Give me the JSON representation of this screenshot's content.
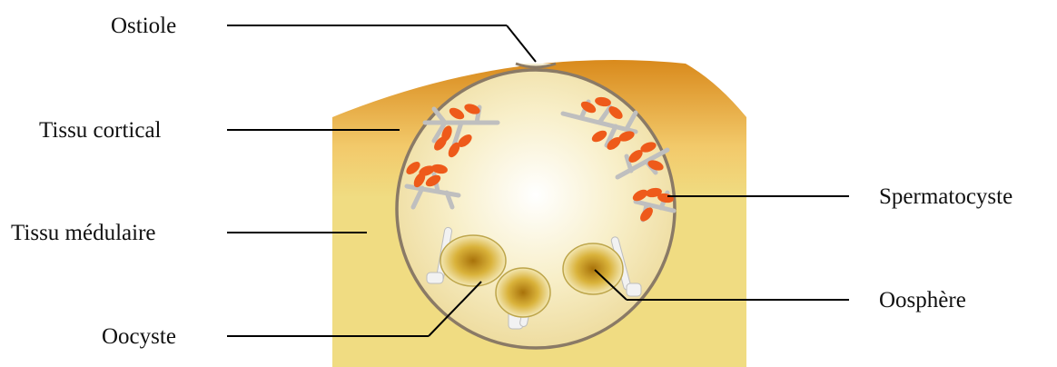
{
  "labels": {
    "ostiole": "Ostiole",
    "tissu_cortical": "Tissu cortical",
    "tissu_medulaire": "Tissu médulaire",
    "oocyste": "Oocyste",
    "spermatocyste": "Spermatocyste",
    "oosphere": "Oosphère"
  },
  "colors": {
    "cortex_outer": "#d98a1c",
    "cortex_inner": "#f2c96a",
    "medulla": "#f0dc82",
    "conceptacle_fill": "#f7eec5",
    "conceptacle_wall": "#8a7a66",
    "antheridia": "#ee5a1a",
    "paraphyses": "#f2f2f2",
    "oogonium": "#c79a17",
    "leader_lines": "#000000"
  }
}
